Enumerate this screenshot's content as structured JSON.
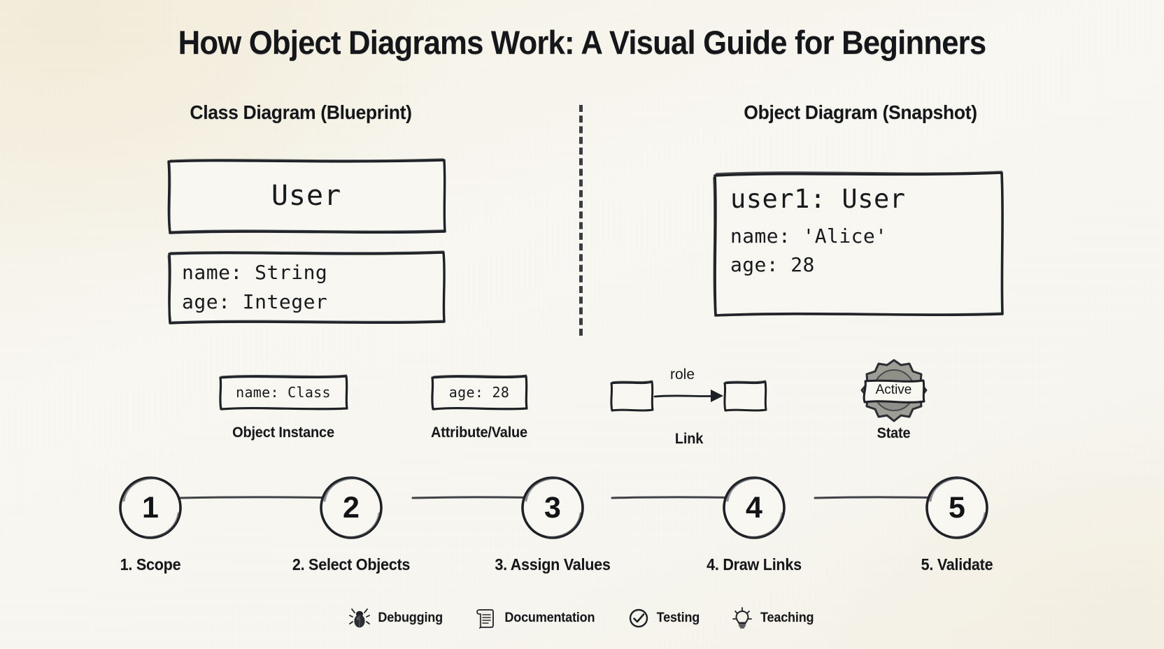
{
  "title": "How Object Diagrams Work: A Visual Guide for Beginners",
  "panels": {
    "left": {
      "header": "Class Diagram (Blueprint)",
      "class_name": "User",
      "attributes": [
        "name: String",
        "age: Integer"
      ]
    },
    "right": {
      "header": "Object Diagram (Snapshot)",
      "instance_title": "user1: User",
      "attributes": [
        "name: 'Alice'",
        "age: 28"
      ]
    }
  },
  "legend": [
    {
      "id": "object-instance",
      "chip_text": "name: Class",
      "label": "Object Instance",
      "icon": "box-icon"
    },
    {
      "id": "attribute-value",
      "chip_text": "age: 28",
      "label": "Attribute/Value",
      "icon": "box-icon"
    },
    {
      "id": "link",
      "role_label": "role",
      "label": "Link",
      "icon": "arrow-right-icon"
    },
    {
      "id": "state",
      "badge_text": "Active",
      "label": "State",
      "icon": "badge-icon"
    }
  ],
  "steps": [
    {
      "num": "1",
      "label": "1. Scope"
    },
    {
      "num": "2",
      "label": "2. Select Objects"
    },
    {
      "num": "3",
      "label": "3. Assign Values"
    },
    {
      "num": "4",
      "label": "4. Draw Links"
    },
    {
      "num": "5",
      "label": "5. Validate"
    }
  ],
  "footer": [
    {
      "icon": "bug-icon",
      "label": "Debugging"
    },
    {
      "icon": "scroll-document-icon",
      "label": "Documentation"
    },
    {
      "icon": "check-circle-icon",
      "label": "Testing"
    },
    {
      "icon": "lightbulb-icon",
      "label": "Teaching"
    }
  ],
  "colors": {
    "background": "#f6f4ea",
    "ink": "#14161a",
    "box_fill": "#f7f6f0",
    "badge_fill": "#9a9a93"
  }
}
